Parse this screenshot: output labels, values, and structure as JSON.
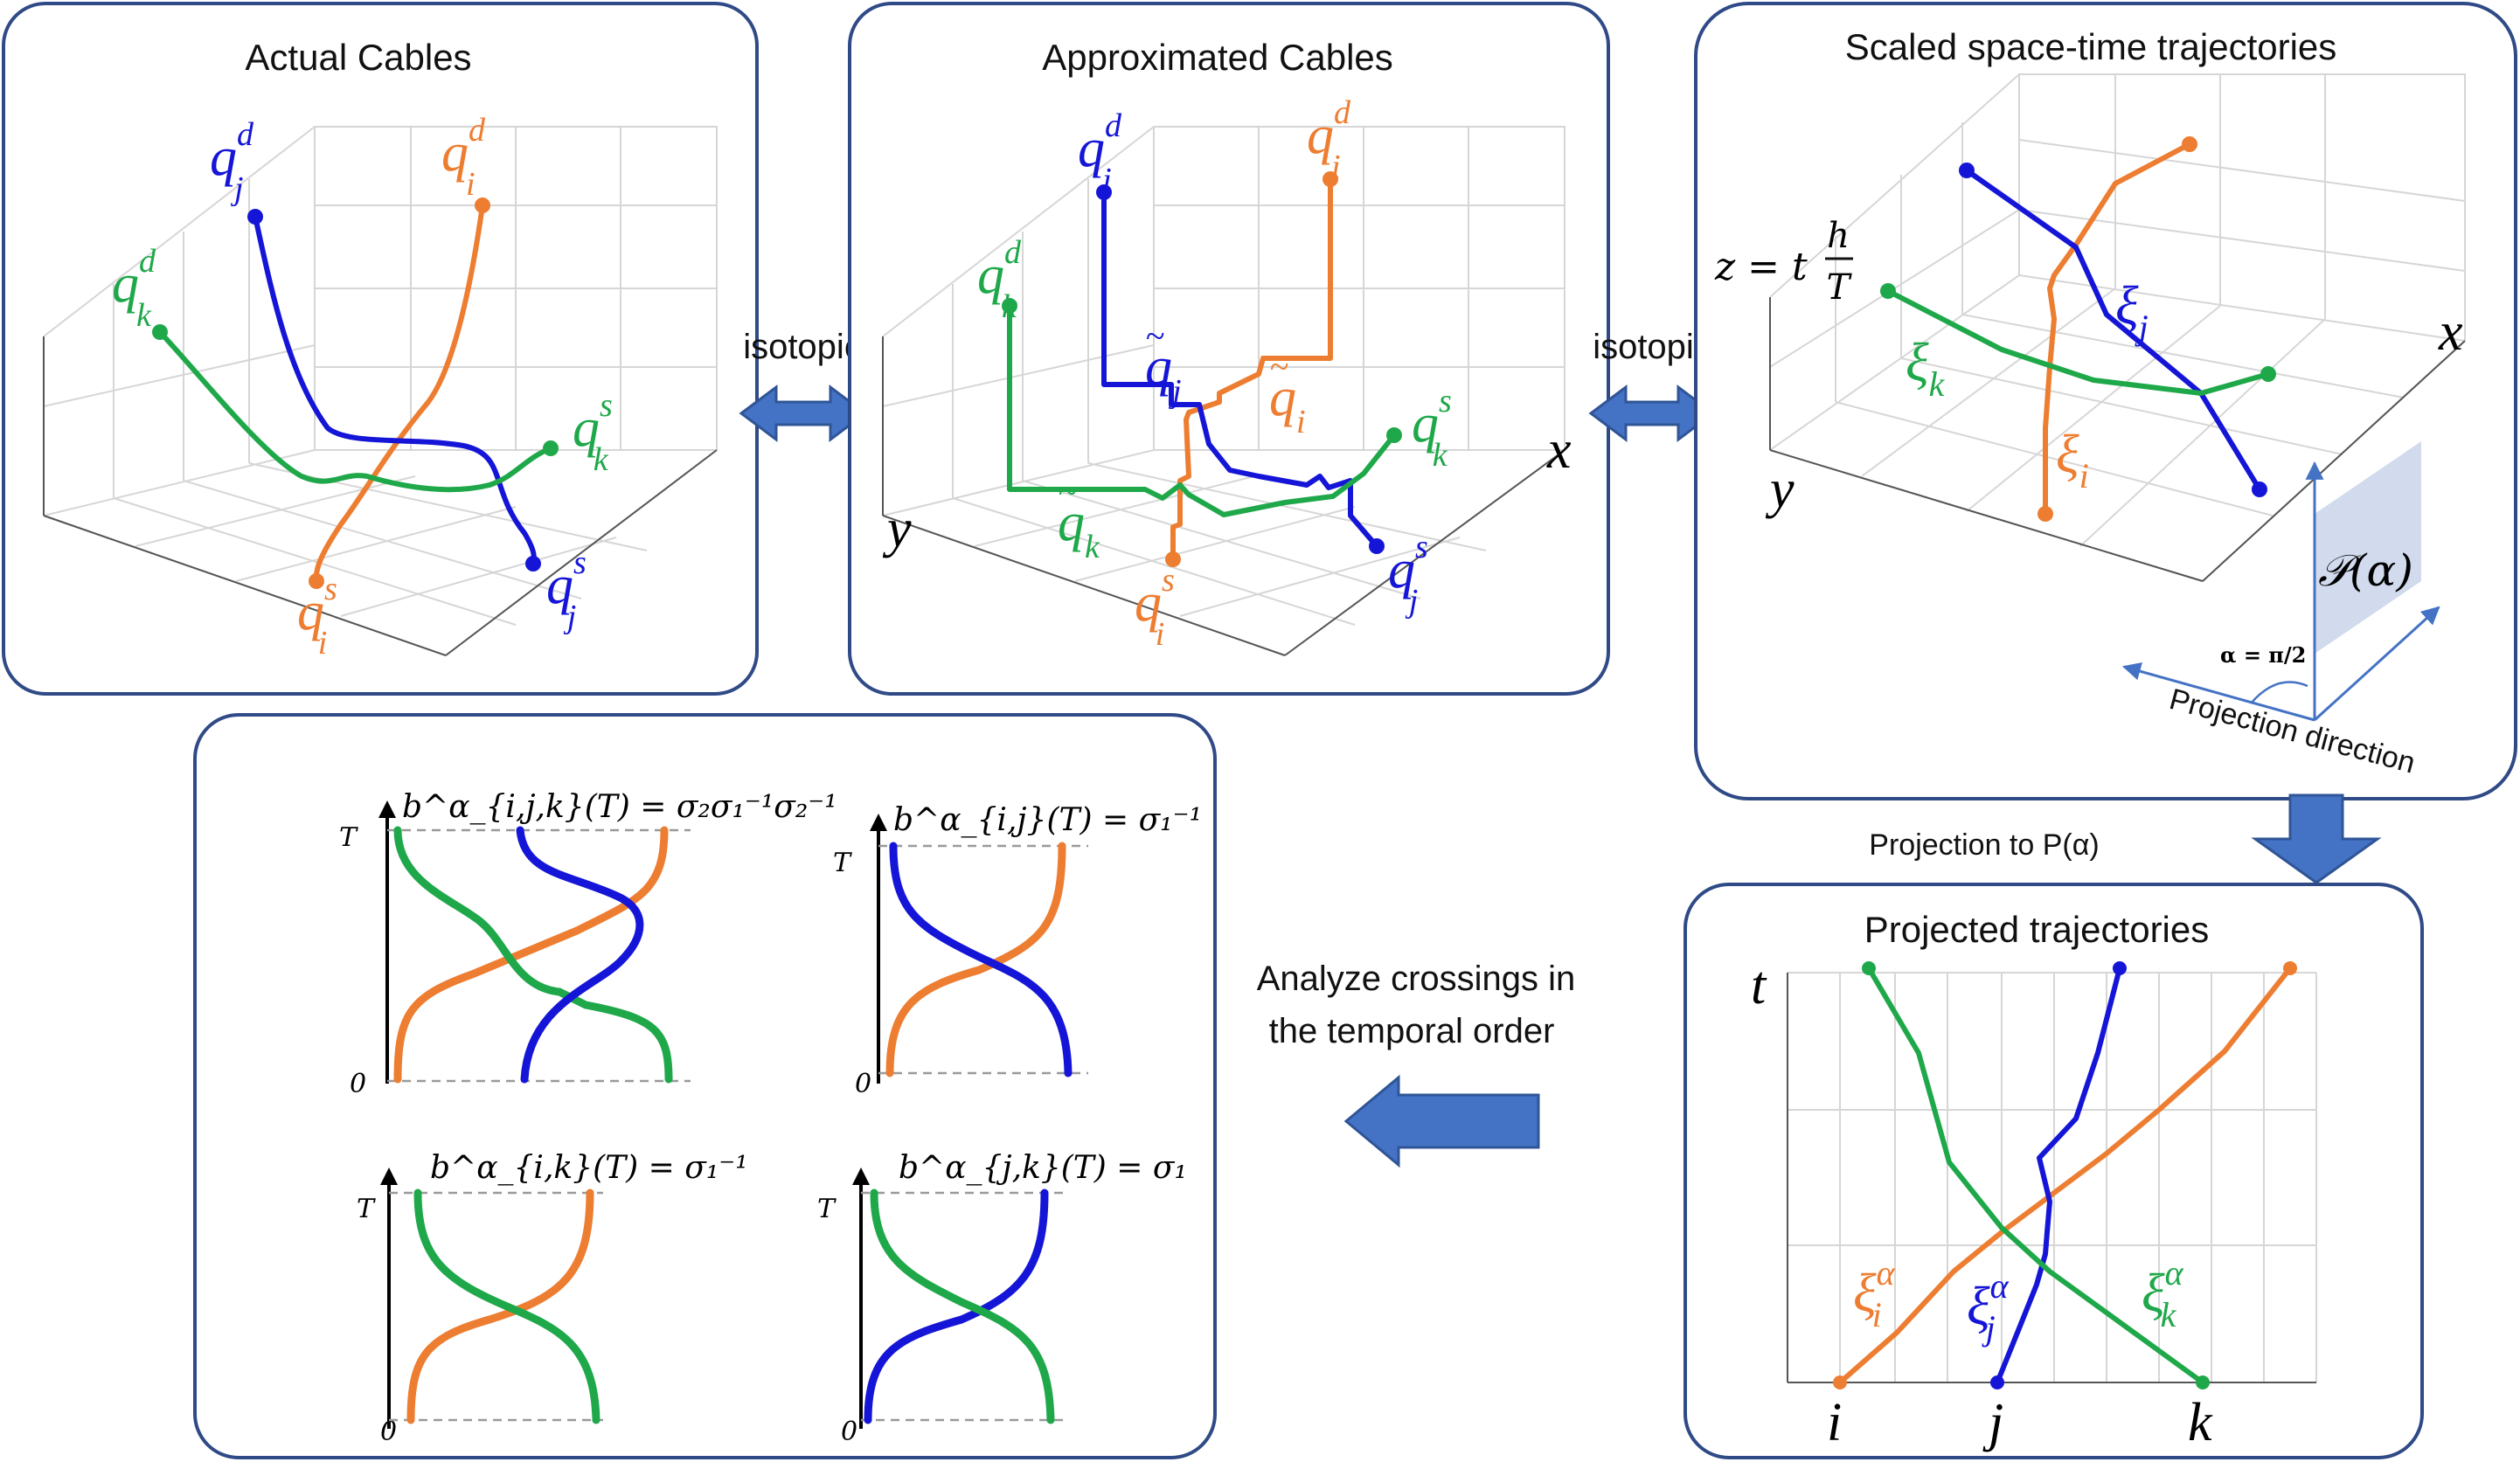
{
  "colors": {
    "orange": "#ed7d31",
    "blue": "#1515d8",
    "green": "#1fa84a",
    "panel_border": "#2f4a86",
    "arrow": "#4472c4"
  },
  "panels": {
    "actual": {
      "title": "Actual Cables"
    },
    "approx": {
      "title": "Approximated Cables"
    },
    "scaled": {
      "title": "Scaled space-time trajectories"
    },
    "projected": {
      "title": "Projected trajectories"
    }
  },
  "arrows": {
    "isotopic_1": "isotopic",
    "isotopic_2": "isotopic",
    "projection": "Projection to P(α)",
    "analyze_line1": "Analyze crossings in",
    "analyze_line2": "the temporal order"
  },
  "cable_labels": {
    "qjd": "q",
    "qid": "q",
    "qkd": "q",
    "qks": "q",
    "qjs": "q",
    "qis": "q",
    "sub_j": "j",
    "sub_i": "i",
    "sub_k": "k",
    "sup_d": "d",
    "sup_s": "s"
  },
  "axis_labels": {
    "x": "x",
    "y": "y",
    "z_formula": "z = t",
    "h": "h",
    "T": "T",
    "t": "t",
    "alpha": "α = π/2",
    "proj_direction": "Projection direction",
    "plane": "𝒫(α)"
  },
  "scaled_labels": {
    "xi": "ξ",
    "j": "j",
    "k": "k",
    "i": "i"
  },
  "projected_labels": {
    "xi_i": "ξ",
    "xi_j": "ξ",
    "xi_k": "ξ",
    "alpha": "α",
    "i": "i",
    "j": "j",
    "k": "k"
  },
  "braids": {
    "ijk": {
      "title": "b^α_{i,j,k}(T) = σ₂σ₁⁻¹σ₂⁻¹",
      "T": "T",
      "zero": "0"
    },
    "ij": {
      "title": "b^α_{i,j}(T) = σ₁⁻¹",
      "T": "T",
      "zero": "0"
    },
    "ik": {
      "title": "b^α_{i,k}(T) = σ₁⁻¹",
      "T": "T",
      "zero": "0"
    },
    "jk": {
      "title": "b^α_{j,k}(T) = σ₁",
      "T": "T",
      "zero": "0"
    }
  }
}
